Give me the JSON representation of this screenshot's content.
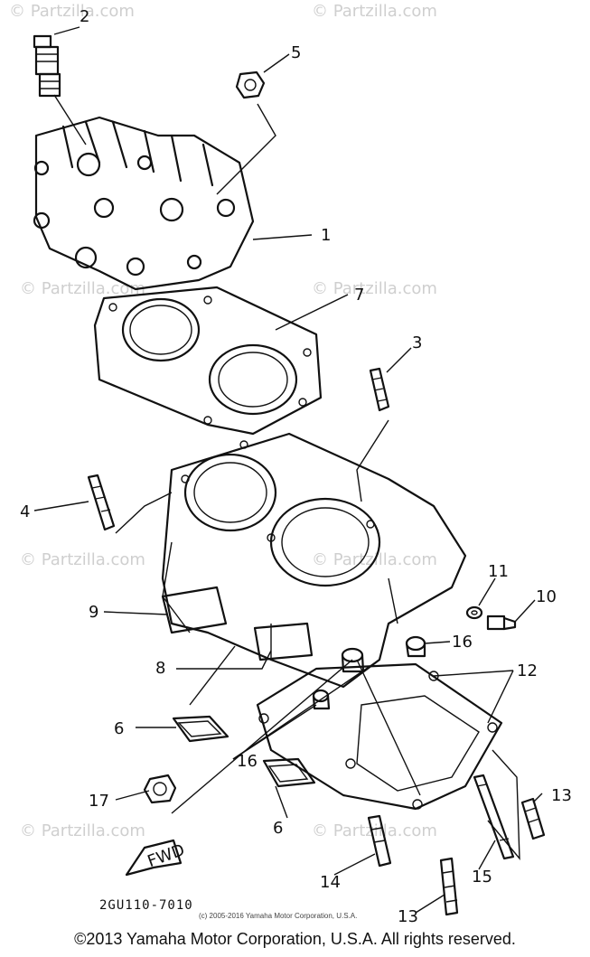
{
  "callouts": {
    "c1": "1",
    "c2": "2",
    "c3": "3",
    "c4": "4",
    "c5": "5",
    "c6a": "6",
    "c6b": "6",
    "c7": "7",
    "c8": "8",
    "c9": "9",
    "c10": "10",
    "c11": "11",
    "c12": "12",
    "c13a": "13",
    "c13b": "13",
    "c14": "14",
    "c15": "15",
    "c16a": "16",
    "c16b": "16",
    "c17": "17"
  },
  "fwd_label": "FWD",
  "diagram_code": "2GU110-7010",
  "watermark_text": "© Partzilla.com",
  "small_copyright": "(c) 2005-2016 Yamaha Motor Corporation, U.S.A.",
  "copyright": "©2013 Yamaha Motor Corporation, U.S.A. All rights reserved."
}
